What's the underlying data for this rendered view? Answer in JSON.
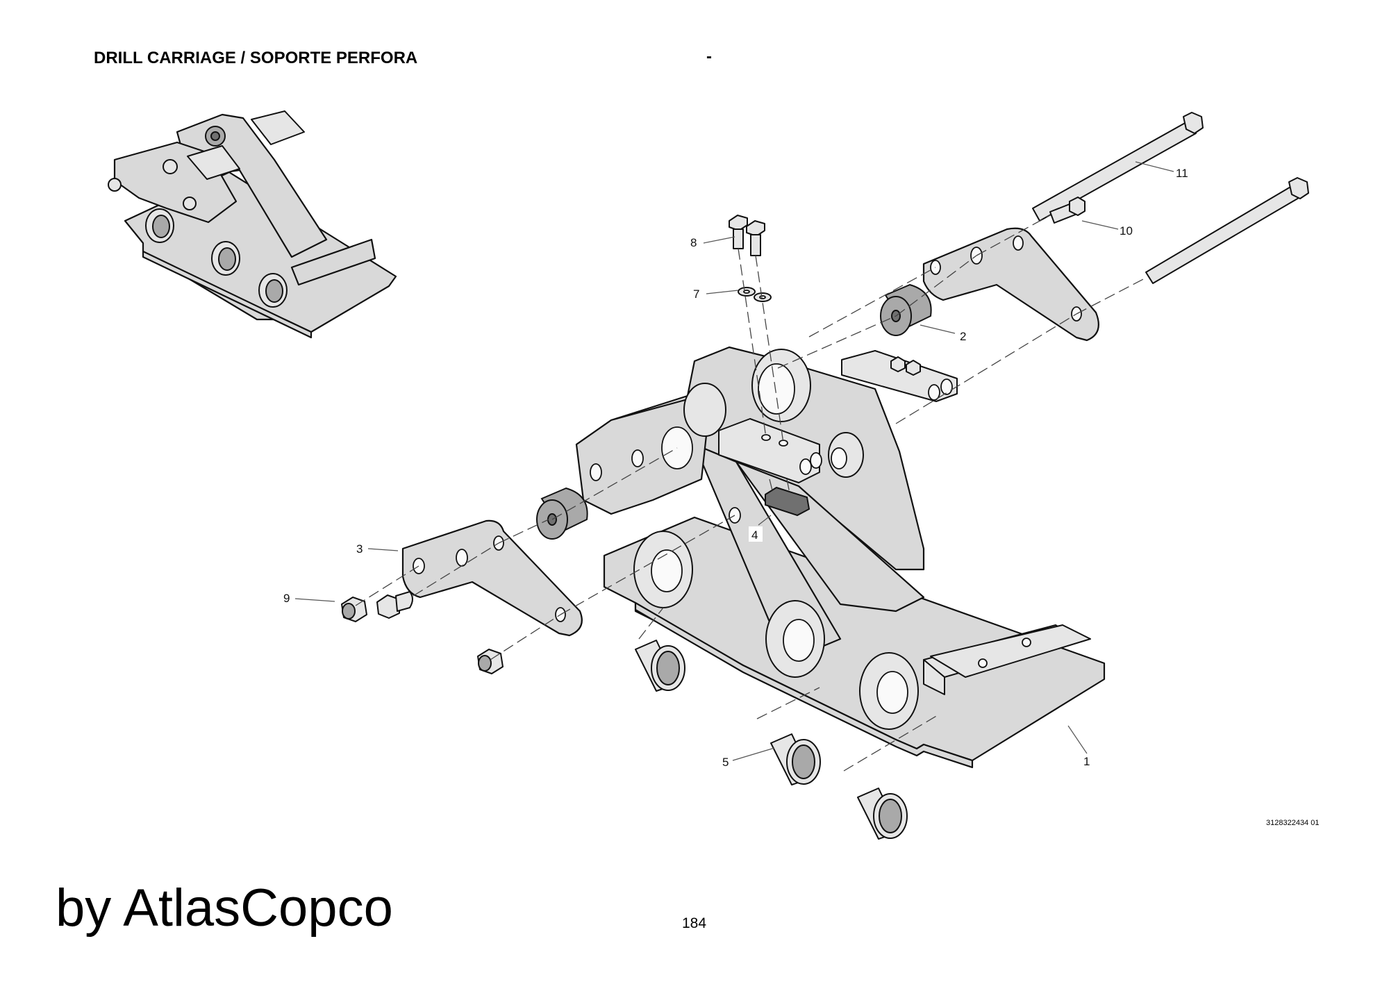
{
  "header": {
    "title": "DRILL CARRIAGE / SOPORTE PERFORA",
    "separator": "-"
  },
  "diagram": {
    "type": "exploded-parts-diagram",
    "overview_view": "assembled drill carriage (isometric thumbnail)",
    "callouts": [
      {
        "number": "1",
        "part": "carriage frame / base plate"
      },
      {
        "number": "2",
        "part": "rubber bushing (upper)"
      },
      {
        "number": "3",
        "part": "mounting bracket (lower)"
      },
      {
        "number": "4",
        "part": "clamp block"
      },
      {
        "number": "5",
        "part": "flanged bushing"
      },
      {
        "number": "7",
        "part": "washer"
      },
      {
        "number": "8",
        "part": "hex bolt (short)"
      },
      {
        "number": "9",
        "part": "lock nut"
      },
      {
        "number": "10",
        "part": "hex bolt (stub)"
      },
      {
        "number": "11",
        "part": "long hex bolt"
      }
    ],
    "drawing_number": "3128322434 01"
  },
  "footer": {
    "brand": "by AtlasCopco",
    "page_number": "184"
  }
}
